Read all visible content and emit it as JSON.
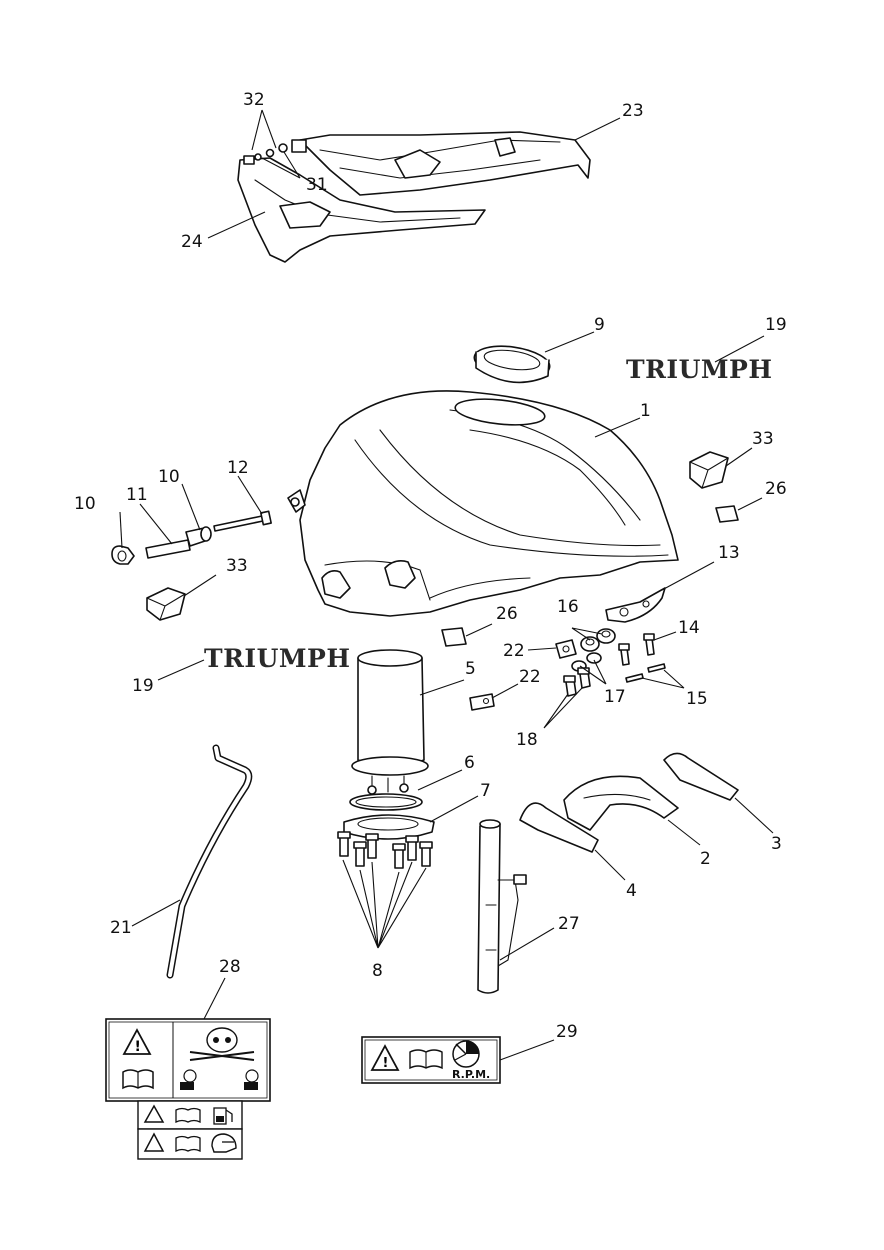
{
  "brand_text": "TRIUMPH",
  "callouts": {
    "c1": "1",
    "c2": "2",
    "c3": "3",
    "c4": "4",
    "c5": "5",
    "c6": "6",
    "c7": "7",
    "c8": "8",
    "c9": "9",
    "c10": "10",
    "c11": "11",
    "c12": "12",
    "c13": "13",
    "c14": "14",
    "c15": "15",
    "c16": "16",
    "c17": "17",
    "c18": "18",
    "c19": "19",
    "c21": "21",
    "c22": "22",
    "c23": "23",
    "c24": "24",
    "c26": "26",
    "c27": "27",
    "c28": "28",
    "c29": "29",
    "c31": "31",
    "c32": "32",
    "c33": "33"
  },
  "warning_label_29_text": "R.P.M.",
  "colors": {
    "line": "#111111",
    "background": "#ffffff"
  },
  "icons": [
    "warning-triangle-icon",
    "manual-book-icon",
    "skull-icon",
    "fuel-pump-icon",
    "helmet-icon",
    "rpm-gauge-icon"
  ]
}
